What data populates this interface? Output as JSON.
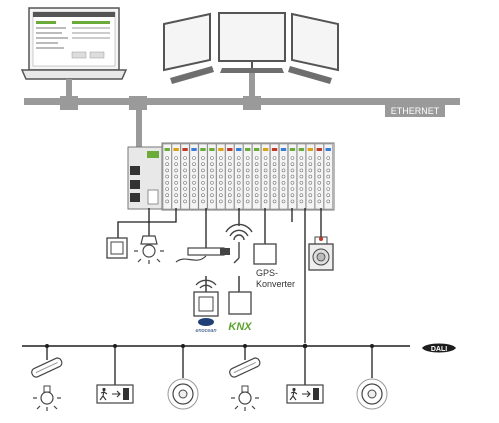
{
  "labels": {
    "ethernet": "ETHERNET",
    "gps_line1": "GPS-",
    "gps_line2": "Konverter",
    "dali": "DALI",
    "enocean": "enocean",
    "knx": "KNX"
  },
  "colors": {
    "bus": "#9a9a9a",
    "line": "#1e1e1e",
    "stroke": "#555555",
    "screen_fill": "#f5f5f5",
    "base_fill": "#6e6e6e",
    "enocean_blue": "#1f3f77",
    "knx_green": "#5ca32f",
    "controller_green": "#6aab3a"
  },
  "icons": {
    "laptop": "laptop-icon",
    "monitors": "monitor-icon",
    "controller": "plc-controller-icon",
    "switch": "wall-switch-icon",
    "lamp": "lamp-icon",
    "sensor": "motion-sensor-icon",
    "antenna": "wireless-antenna-icon",
    "gps": "gps-converter-icon",
    "alarm": "alarm-button-icon",
    "emergency_light": "emergency-light-icon",
    "exit_sign": "exit-sign-icon",
    "downlight": "downlight-icon"
  }
}
